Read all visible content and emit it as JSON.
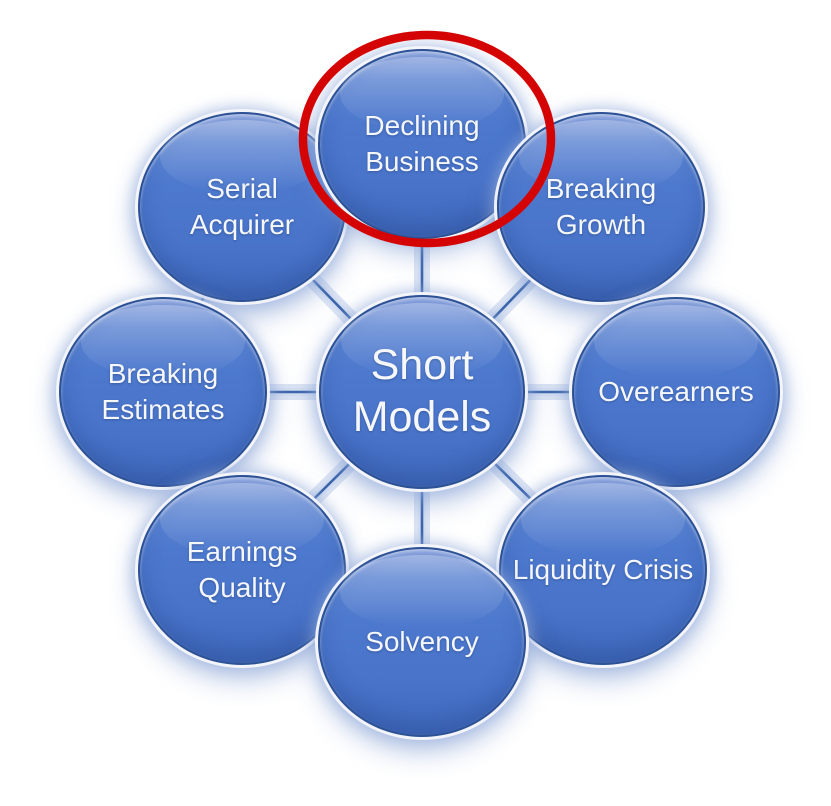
{
  "diagram": {
    "hub": {
      "label": "Short Models"
    },
    "nodes": [
      {
        "id": "declining-business",
        "label": "Declining Business",
        "highlighted": true
      },
      {
        "id": "breaking-growth",
        "label": "Breaking Growth",
        "highlighted": false
      },
      {
        "id": "overearners",
        "label": "Overearners",
        "highlighted": false
      },
      {
        "id": "liquidity-crisis",
        "label": "Liquidity Crisis",
        "highlighted": false
      },
      {
        "id": "solvency",
        "label": "Solvency",
        "highlighted": false
      },
      {
        "id": "earnings-quality",
        "label": "Earnings Quality",
        "highlighted": false
      },
      {
        "id": "breaking-estimates",
        "label": "Breaking Estimates",
        "highlighted": false
      },
      {
        "id": "serial-acquirer",
        "label": "Serial Acquirer",
        "highlighted": false
      }
    ],
    "highlight": {
      "target": "Declining Business",
      "color": "#d50404"
    },
    "colors": {
      "node_fill": "#4b77cd",
      "node_fill_light": "#8aa3dd",
      "node_border": "#2d5195",
      "connector": "#3d64aa",
      "connector_glow": "#a8bce2",
      "text": "#f5f7fb",
      "background": "#ffffff"
    }
  }
}
